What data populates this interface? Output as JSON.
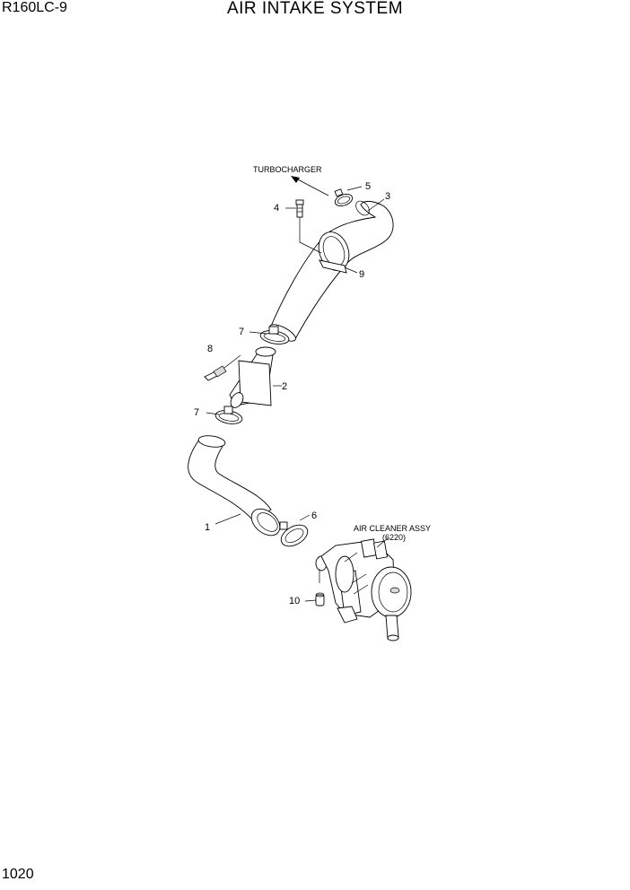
{
  "header": {
    "model": "R160LC-9",
    "title": "AIR INTAKE SYSTEM"
  },
  "footer": {
    "page_number": "1020"
  },
  "diagram": {
    "callouts": {
      "p1": "1",
      "p2": "2",
      "p3": "3",
      "p4": "4",
      "p5": "5",
      "p6": "6",
      "p7a": "7",
      "p7b": "7",
      "p8": "8",
      "p9": "9",
      "p10": "10"
    },
    "notes": {
      "turbocharger": "TURBOCHARGER",
      "air_cleaner": "AIR CLEANER ASSY",
      "air_cleaner_ref": "(6220)"
    }
  }
}
